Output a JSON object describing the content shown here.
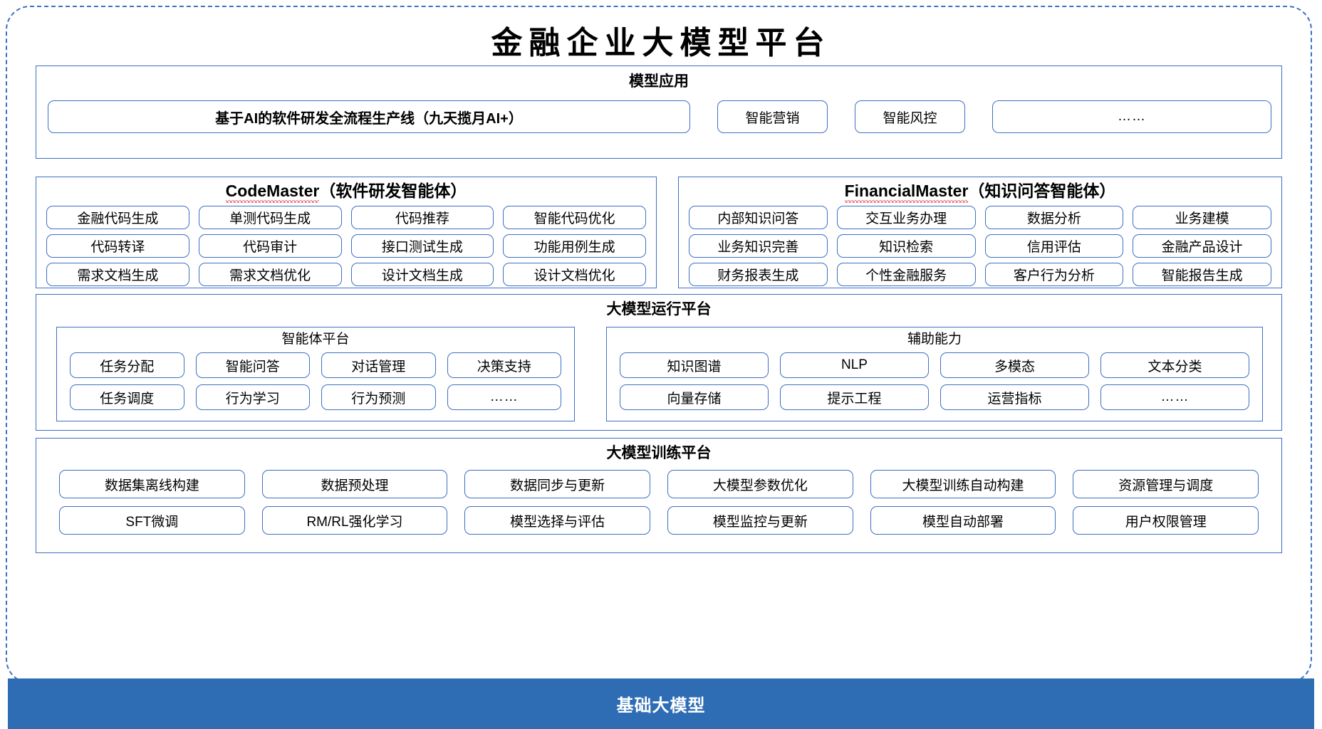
{
  "title": "金融企业大模型平台",
  "model_application": {
    "title": "模型应用",
    "items": [
      "基于AI的软件研发全流程生产线（九天揽月AI+）",
      "智能营销",
      "智能风控",
      "……"
    ]
  },
  "agents": [
    {
      "name_latin": "CodeMaster",
      "name_cn": "（软件研发智能体）",
      "spellcheck_underline": true,
      "rows": [
        [
          "金融代码生成",
          "单测代码生成",
          "代码推荐",
          "智能代码优化"
        ],
        [
          "代码转译",
          "代码审计",
          "接口测试生成",
          "功能用例生成"
        ],
        [
          "需求文档生成",
          "需求文档优化",
          "设计文档生成",
          "设计文档优化"
        ]
      ]
    },
    {
      "name_latin": "FinancialMaster",
      "name_cn": "（知识问答智能体）",
      "spellcheck_underline": true,
      "rows": [
        [
          "内部知识问答",
          "交互业务办理",
          "数据分析",
          "业务建模"
        ],
        [
          "业务知识完善",
          "知识检索",
          "信用评估",
          "金融产品设计"
        ],
        [
          "财务报表生成",
          "个性金融服务",
          "客户行为分析",
          "智能报告生成"
        ]
      ]
    }
  ],
  "runtime_platform": {
    "title": "大模型运行平台",
    "subpanels": [
      {
        "title": "智能体平台",
        "rows": [
          [
            "任务分配",
            "智能问答",
            "对话管理",
            "决策支持"
          ],
          [
            "任务调度",
            "行为学习",
            "行为预测",
            "……"
          ]
        ]
      },
      {
        "title": "辅助能力",
        "rows": [
          [
            "知识图谱",
            "NLP",
            "多模态",
            "文本分类"
          ],
          [
            "向量存储",
            "提示工程",
            "运营指标",
            "……"
          ]
        ]
      }
    ]
  },
  "training_platform": {
    "title": "大模型训练平台",
    "rows": [
      [
        "数据集离线构建",
        "数据预处理",
        "数据同步与更新",
        "大模型参数优化",
        "大模型训练自动构建",
        "资源管理与调度"
      ],
      [
        "SFT微调",
        "RM/RL强化学习",
        "模型选择与评估",
        "模型监控与更新",
        "模型自动部署",
        "用户权限管理"
      ]
    ]
  },
  "base_model": {
    "label": "基础大模型"
  },
  "colors": {
    "border_blue": "#3d6fc4",
    "base_bar_blue": "#2e6db4",
    "spellcheck_red": "#e03030",
    "text": "#000000",
    "background": "#ffffff"
  }
}
